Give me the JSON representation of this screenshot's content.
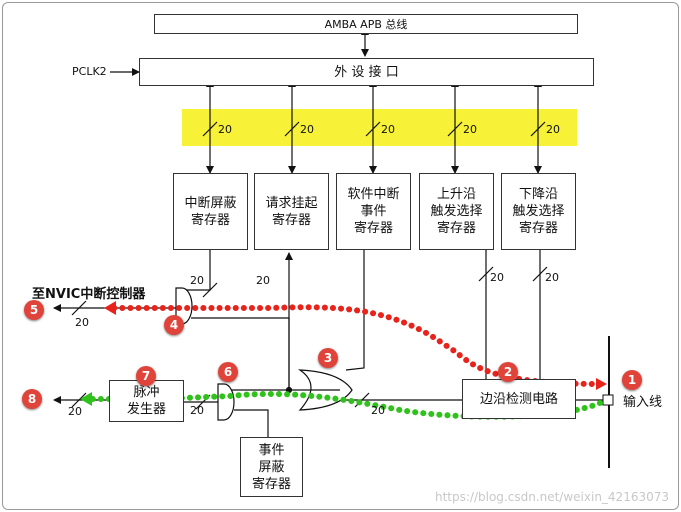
{
  "bus": {
    "amba": "AMBA APB 总线",
    "periph": "外 设 接 口",
    "pclk": "PCLK2"
  },
  "bus_width": "20",
  "highlight_color": "#f7f237",
  "registers": {
    "int_mask": "中断屏蔽\n寄存器",
    "pending": "请求挂起\n寄存器",
    "swi": "软件中断\n事件\n寄存器",
    "rising": "上升沿\n触发选择\n寄存器",
    "falling": "下降沿\n触发选择\n寄存器"
  },
  "edge_detect": "边沿检测电路",
  "pulse_gen": "脉冲\n发生器",
  "event_mask": "事件\n屏蔽\n寄存器",
  "labels": {
    "nvic": "至NVIC中断控制器",
    "input": "输入线"
  },
  "badges": [
    "1",
    "2",
    "3",
    "4",
    "5",
    "6",
    "7",
    "8"
  ],
  "badge_color": "#e0433a",
  "path_colors": {
    "interrupt": "#e8231c",
    "event": "#2fc21b"
  },
  "watermark": "https://blog.csdn.net/weixin_42163073"
}
